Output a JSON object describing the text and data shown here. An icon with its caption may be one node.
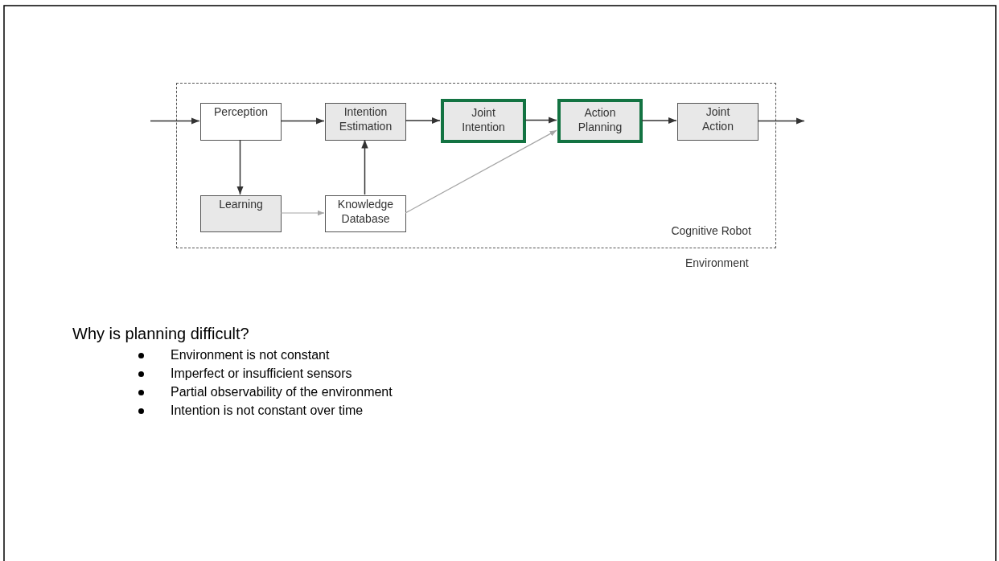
{
  "diagram": {
    "nodes": [
      {
        "text": [
          "Cognitive Robot"
        ]
      },
      {
        "text": [
          "Perception"
        ],
        "in": 0
      },
      {
        "text": [
          "Intention Estimation"
        ],
        "in": 0
      },
      {
        "text": [
          "Joint Intention"
        ],
        "in": 0
      },
      {
        "text": [
          "Action Planning"
        ],
        "in": 0
      },
      {
        "text": [
          "Joint Action"
        ],
        "in": 0
      },
      {
        "text": [
          "Learning"
        ],
        "in": 0
      },
      {
        "text": [
          "Knowledge Database"
        ],
        "in": 0
      }
    ],
    "edges": [
      {
        "from": null,
        "to": 1,
        "arrow": "to"
      },
      {
        "from": 1,
        "to": 2,
        "arrow": "to"
      },
      {
        "from": 2,
        "to": 3,
        "arrow": "to"
      },
      {
        "from": 3,
        "to": 4,
        "arrow": "to"
      },
      {
        "from": 4,
        "to": 5,
        "arrow": "to"
      },
      {
        "from": 5,
        "to": null,
        "arrow": "to"
      },
      {
        "from": 1,
        "to": 6,
        "arrow": "to"
      },
      {
        "from": 6,
        "to": 7,
        "arrow": "to",
        "color": "#a6a6a6"
      },
      {
        "from": 7,
        "to": 2,
        "arrow": "to"
      },
      {
        "from": 7,
        "to": 4,
        "arrow": "to",
        "color": "#a6a6a6"
      }
    ],
    "labels": [
      "Environment",
      "Why is planning difficult?",
      "Environment is not constant",
      "Imperfect or insufficient sensors",
      "Partial observability of the environment",
      "Intention is not constant over time"
    ]
  }
}
